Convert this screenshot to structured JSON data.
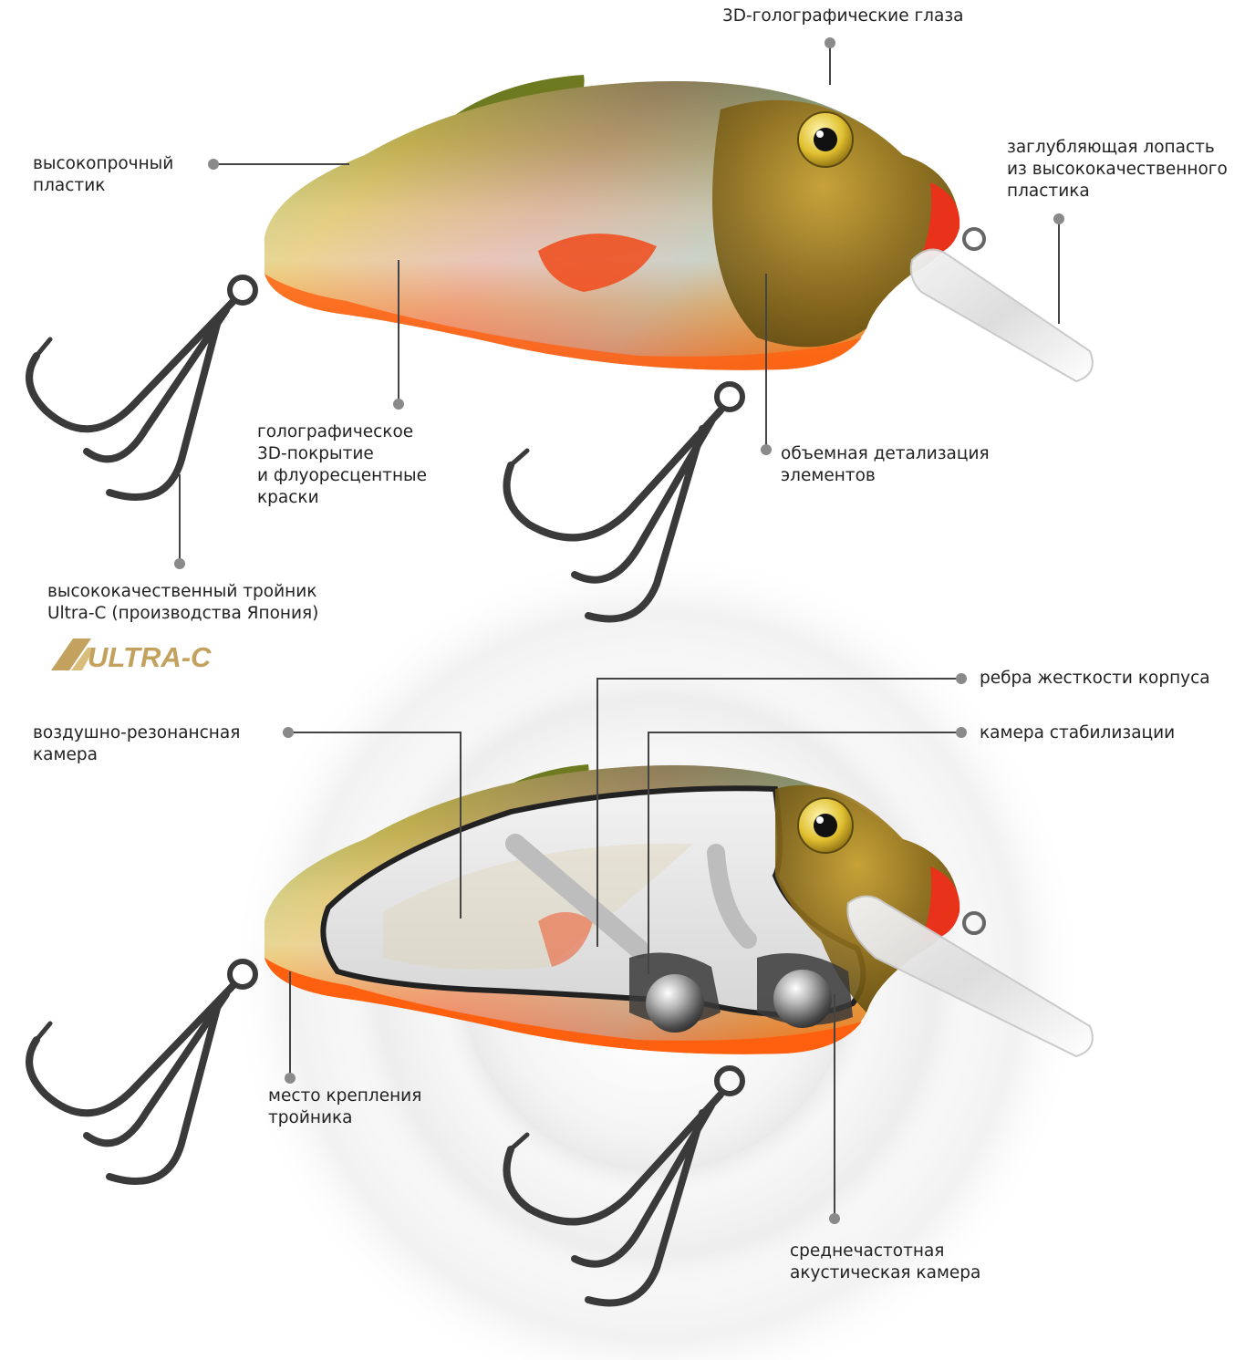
{
  "labels": {
    "eyes": "3D-голографические глаза",
    "plastic": [
      "высокопрочный",
      "пластик"
    ],
    "lip": [
      "заглубляющая лопасть",
      "из высококачественного",
      "пластика"
    ],
    "coating": [
      "голографическое",
      "3D-покрытие",
      "и флуоресцентные",
      "краски"
    ],
    "detail": [
      "объемная детализация",
      "элементов"
    ],
    "hook": [
      "высококачественный тройник",
      "Ultra-C (производства Япония)"
    ],
    "air_chamber": [
      "воздушно-резонансная",
      "камера"
    ],
    "ribs": "ребра жесткости корпуса",
    "stab_chamber": "камера стабилизации",
    "mount": [
      "место крепления",
      "тройника"
    ],
    "acoustic": [
      "среднечастотная",
      "акустическая камера"
    ]
  },
  "logo": {
    "text": "ULTRA-C"
  },
  "colors": {
    "line": "#444444",
    "dot": "#8a8a8a",
    "belly": "#ff6a1a",
    "back": "#6f7a1f",
    "gold": "#c2a25e"
  }
}
